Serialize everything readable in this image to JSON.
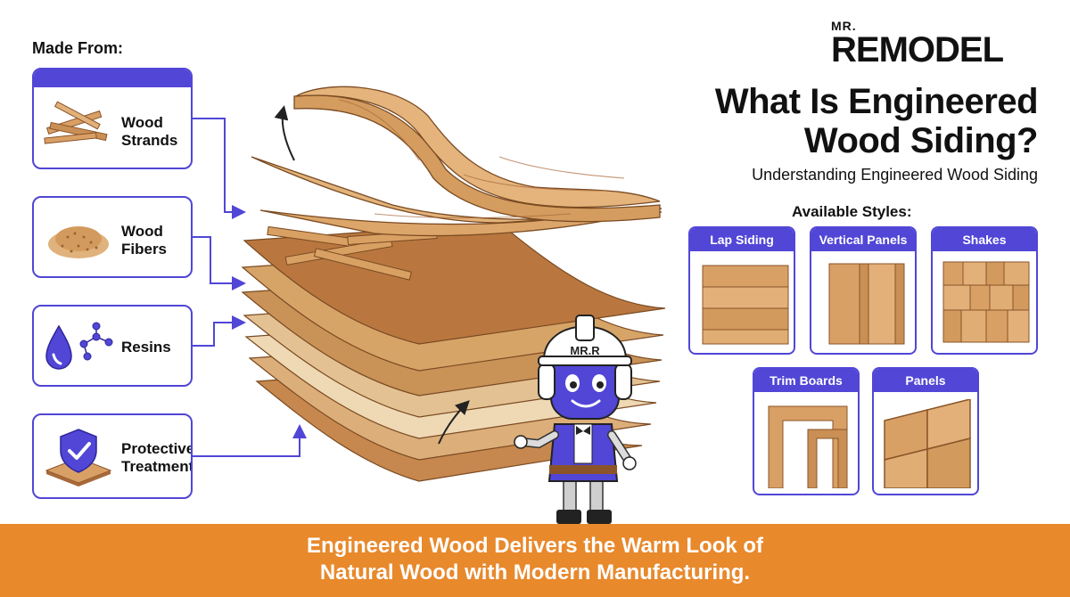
{
  "made_from": {
    "heading": "Made From:",
    "items": [
      {
        "line1": "Wood",
        "line2": "Strands",
        "icon": "wood-strands-icon"
      },
      {
        "line1": "Wood",
        "line2": "Fibers",
        "icon": "wood-fibers-icon"
      },
      {
        "line1": "Resins",
        "line2": "",
        "icon": "resin-drop-icon"
      },
      {
        "line1": "Protective",
        "line2": "Treatments",
        "icon": "shield-check-icon"
      }
    ]
  },
  "brand": {
    "prefix": "MR.",
    "name": "REMODEL"
  },
  "title": {
    "line1": "What Is Engineered",
    "line2": "Wood Siding?"
  },
  "subtitle": "Understanding Engineered Wood Siding",
  "styles": {
    "heading": "Available Styles:",
    "items": [
      {
        "label": "Lap Siding"
      },
      {
        "label": "Vertical Panels"
      },
      {
        "label": "Shakes"
      },
      {
        "label": "Trim Boards"
      },
      {
        "label": "Panels"
      }
    ]
  },
  "mascot": {
    "helmet_text": "MR.R"
  },
  "banner": {
    "line1": "Engineered Wood Delivers the Warm Look of",
    "line2": "Natural Wood with Modern Manufacturing."
  },
  "colors": {
    "accent": "#5146d6",
    "banner": "#e8892c",
    "wood": "#d9a066",
    "wood_dark": "#a8683a"
  }
}
